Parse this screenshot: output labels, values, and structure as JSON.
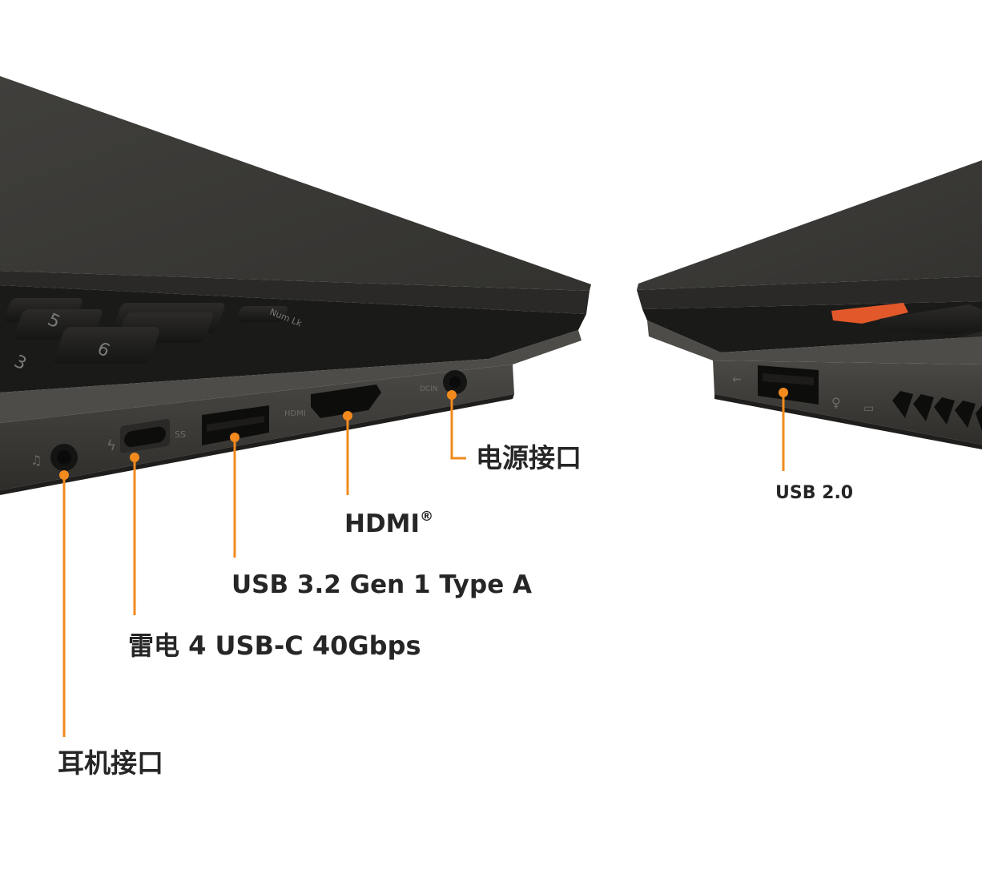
{
  "accent_color": "#f28a1d",
  "chassis_color": "#3a3936",
  "callouts": {
    "audio_jack": "耳机接口",
    "thunderbolt": "雷电 4 USB-C  40Gbps",
    "usb_a_gen1": "USB 3.2 Gen 1 Type A",
    "hdmi": "HDMI",
    "hdmi_mark": "®",
    "dc_in": "电源接口",
    "usb_2": "USB 2.0"
  },
  "port_markings": {
    "ss": "SS",
    "hdmi": "HDMI",
    "dcin": "DCIN"
  },
  "keycaps": [
    "5",
    "6",
    "3",
    "Num Lk"
  ]
}
